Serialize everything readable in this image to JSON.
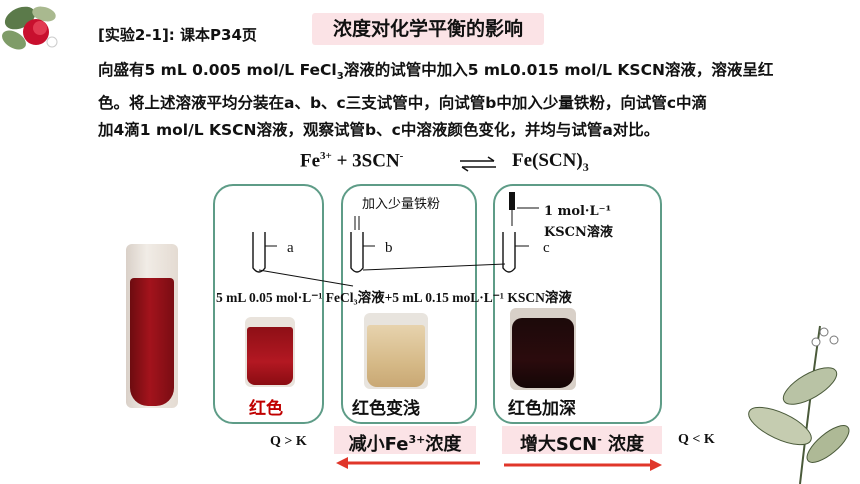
{
  "header": {
    "label": "[实验2-1]: 课本P34页",
    "title": "浓度对化学平衡的影响"
  },
  "paragraph": {
    "l1_a": "向盛有5 mL 0.005 mol/L FeCl",
    "l1_sub": "3",
    "l1_b": "溶液的试管中加入5 mL0.015 mol/L KSCN溶液，溶液呈红",
    "l2": "色。将上述溶液平均分装在a、b、c三支试管中，向试管b中加入少量铁粉，向试管c中滴",
    "l3": "加4滴1 mol/L KSCN溶液，观察试管b、c中溶液颜色变化，并均与试管a对比。"
  },
  "equation": {
    "left_fe": "Fe",
    "left_sup": "3+",
    "left_rest": " + 3SCN",
    "left_sup2": "-",
    "right": "Fe(SCN)",
    "right_sub": "3"
  },
  "diagram": {
    "tube_a": "a",
    "tube_b": "b",
    "tube_c": "c",
    "iron_note": "加入少量铁粉",
    "kscn_note_1": "1 mol·L⁻¹",
    "kscn_note_2": "KSCN溶液",
    "mid_line": "5 mL 0.05 mol·L⁻¹ FeCl₃溶液+5 mL 0.15 moL·L⁻¹ KSCN溶液"
  },
  "results": {
    "a": "红色",
    "b": "红色变浅",
    "c": "红色加深"
  },
  "bottom": {
    "q_gt_k": "Q > K",
    "q_lt_k": "Q < K",
    "tag_left_a": "减小Fe",
    "tag_left_sup": "3+",
    "tag_left_b": "浓度",
    "tag_right_a": "增大SCN",
    "tag_right_sup": "-",
    "tag_right_b": " 浓度"
  },
  "colors": {
    "box_border": "#5e9c87",
    "tag_bg": "#fbe3e6",
    "arrow": "#e0362a",
    "result_red": "#c00000"
  }
}
